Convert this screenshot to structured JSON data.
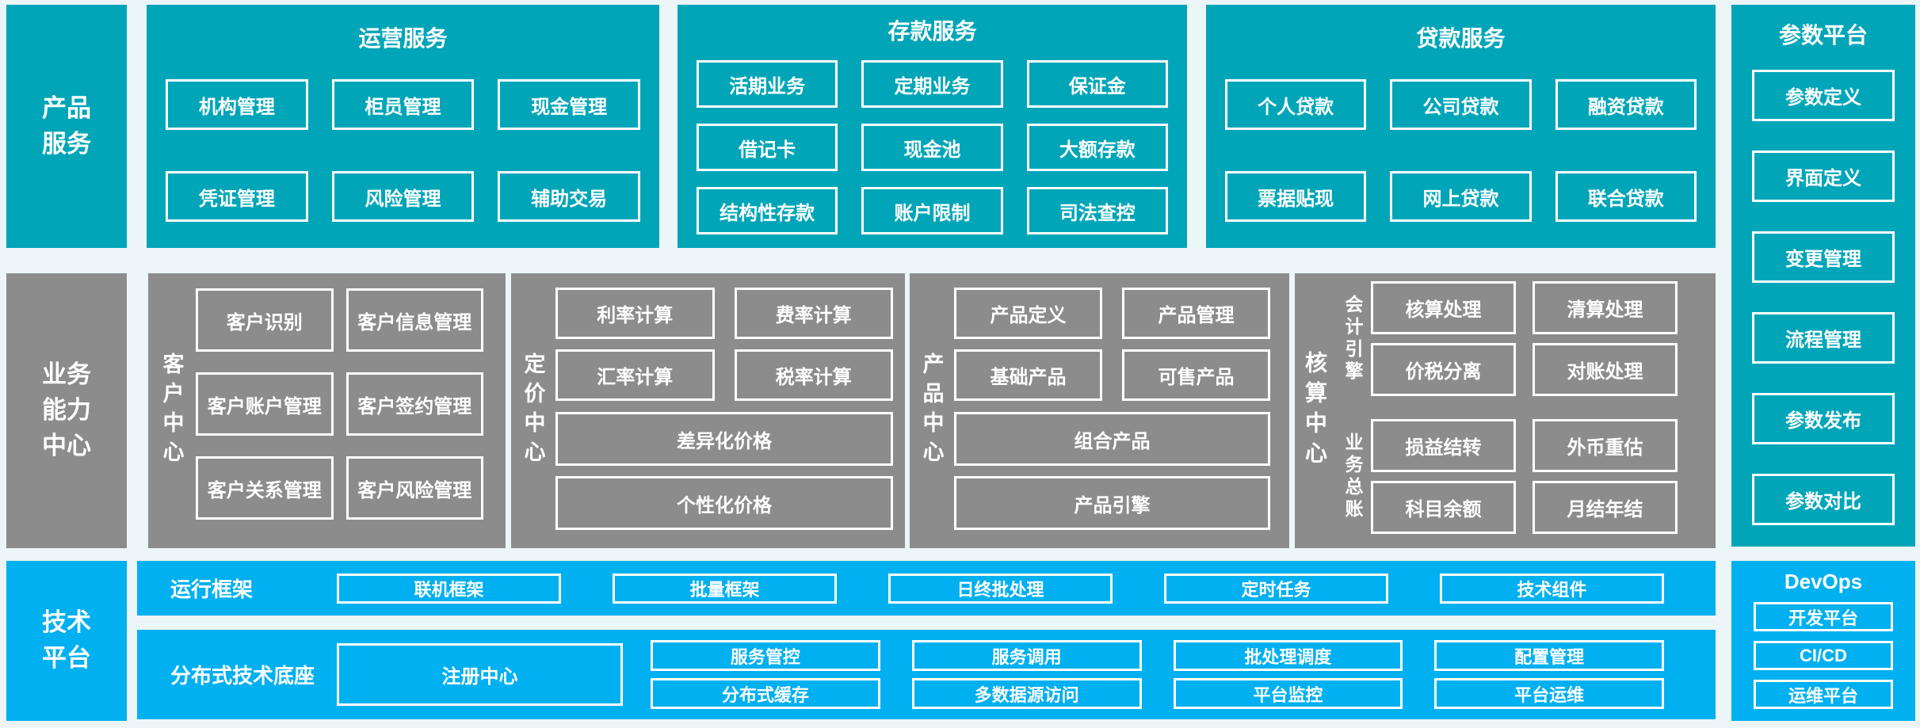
{
  "palette": {
    "teal": "#00a6b8",
    "blue": "#00b0f0",
    "gray": "#8c8c8c",
    "bg": "#ecf5f8",
    "box_text": "#ffffff"
  },
  "product_services": {
    "row_label": "产品\n服务",
    "sections": [
      {
        "title": "运营服务",
        "items": [
          "机构管理",
          "柜员管理",
          "现金管理",
          "凭证管理",
          "风险管理",
          "辅助交易"
        ]
      },
      {
        "title": "存款服务",
        "items": [
          "活期业务",
          "定期业务",
          "保证金",
          "借记卡",
          "现金池",
          "大额存款",
          "结构性存款",
          "账户限制",
          "司法查控"
        ]
      },
      {
        "title": "贷款服务",
        "items": [
          "个人贷款",
          "公司贷款",
          "融资贷款",
          "票据贴现",
          "网上贷款",
          "联合贷款"
        ]
      }
    ]
  },
  "business_capability": {
    "row_label": "业务\n能力\n中心",
    "groups": [
      {
        "label": "客户中心",
        "items": [
          "客户识别",
          "客户信息管理",
          "客户账户管理",
          "客户签约管理",
          "客户关系管理",
          "客户风险管理"
        ]
      },
      {
        "label": "定价中心",
        "items": [
          "利率计算",
          "费率计算",
          "汇率计算",
          "税率计算"
        ],
        "wide_items": [
          "差异化价格",
          "个性化价格"
        ]
      },
      {
        "label": "产品中心",
        "items": [
          "产品定义",
          "产品管理",
          "基础产品",
          "可售产品"
        ],
        "wide_items": [
          "组合产品",
          "产品引擎"
        ]
      },
      {
        "label": "核算中心",
        "subgroups": [
          {
            "label": "会计引擎",
            "items": [
              "核算处理",
              "清算处理",
              "价税分离",
              "对账处理"
            ]
          },
          {
            "label": "业务总账",
            "items": [
              "损益结转",
              "外币重估",
              "科目余额",
              "月结年结"
            ]
          }
        ]
      }
    ]
  },
  "tech_platform": {
    "row_label": "技术\n平台",
    "runtime": {
      "label": "运行框架",
      "items": [
        "联机框架",
        "批量框架",
        "日终批处理",
        "定时任务",
        "技术组件"
      ]
    },
    "distributed": {
      "label": "分布式技术底座",
      "registry": "注册中心",
      "items": [
        "服务管控",
        "服务调用",
        "批处理调度",
        "配置管理",
        "分布式缓存",
        "多数据源访问",
        "平台监控",
        "平台运维"
      ]
    }
  },
  "param_platform": {
    "title": "参数平台",
    "items": [
      "参数定义",
      "界面定义",
      "变更管理",
      "流程管理",
      "参数发布",
      "参数对比"
    ]
  },
  "devops": {
    "title": "DevOps",
    "items": [
      "开发平台",
      "CI/CD",
      "运维平台"
    ]
  }
}
